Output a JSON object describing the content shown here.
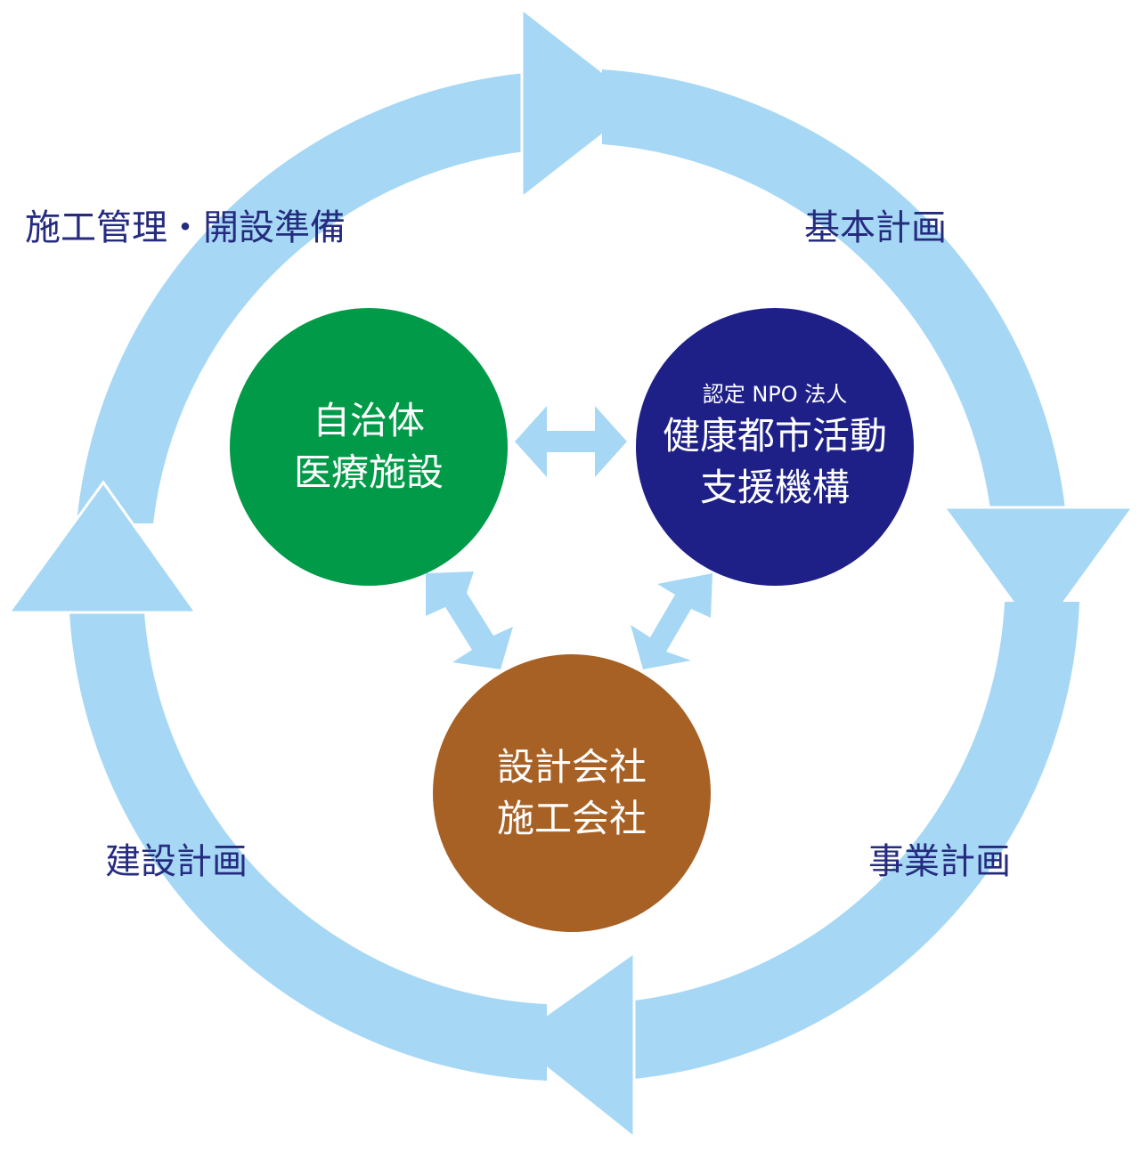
{
  "colors": {
    "cycle_arrow": "#a6d8f5",
    "phase_text": "#252b7e",
    "municipality": "#019a48",
    "npo": "#1e2087",
    "builder": "#a86125",
    "link_arrow": "#a6d8f5",
    "node_text": "#ffffff"
  },
  "phases": {
    "top_left": "施工管理・開設準備",
    "top_right": "基本計画",
    "bottom_right": "事業計画",
    "bottom_left": "建設計画"
  },
  "nodes": {
    "municipality": {
      "line1": "自治体",
      "line2": "医療施設"
    },
    "npo": {
      "sub": "認定 NPO 法人",
      "line1": "健康都市活動",
      "line2": "支援機構"
    },
    "builder": {
      "line1": "設計会社",
      "line2": "施工会社"
    }
  }
}
